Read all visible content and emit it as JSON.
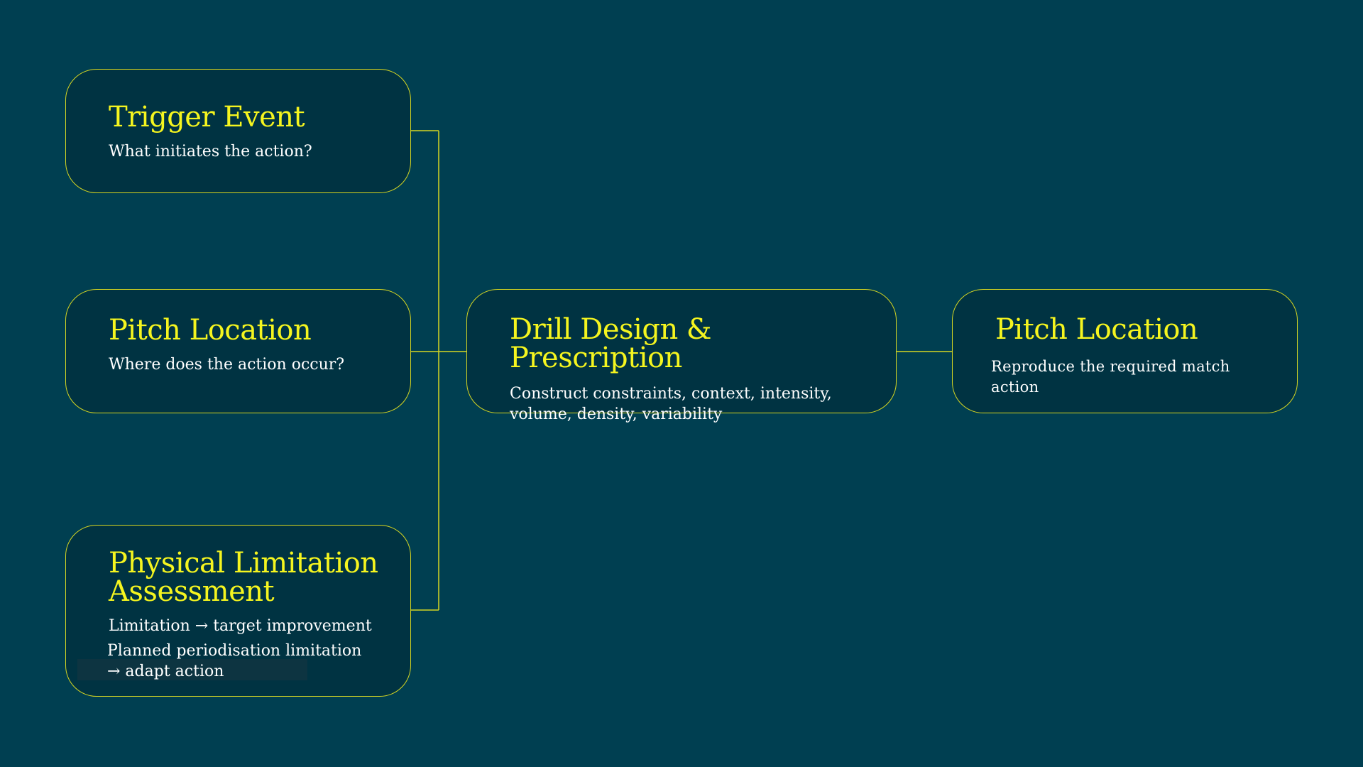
{
  "colors": {
    "background": "#003f51",
    "node_fill": "#003342",
    "accent": "#f5f51f",
    "connector": "#d6d622",
    "text": "#ffffff"
  },
  "nodes": {
    "trigger_event": {
      "title": "Trigger Event",
      "description": "What initiates the action?"
    },
    "pitch_location_left": {
      "title": "Pitch Location",
      "description": "Where does the action occur?"
    },
    "physical_limitation": {
      "title_line1": "Physical Limitation",
      "title_line2": "Assessment",
      "description_line1": "Limitation → target improvement",
      "description_line2": "Planned periodisation limitation",
      "description_line3": "→  adapt action"
    },
    "drill_design": {
      "title": "Drill Design & Prescription",
      "description_line1": "Construct constraints, context, intensity,",
      "description_line2": "volume, density, variability"
    },
    "pitch_location_right": {
      "title": "Pitch Location",
      "description": "Reproduce the required match action"
    }
  }
}
